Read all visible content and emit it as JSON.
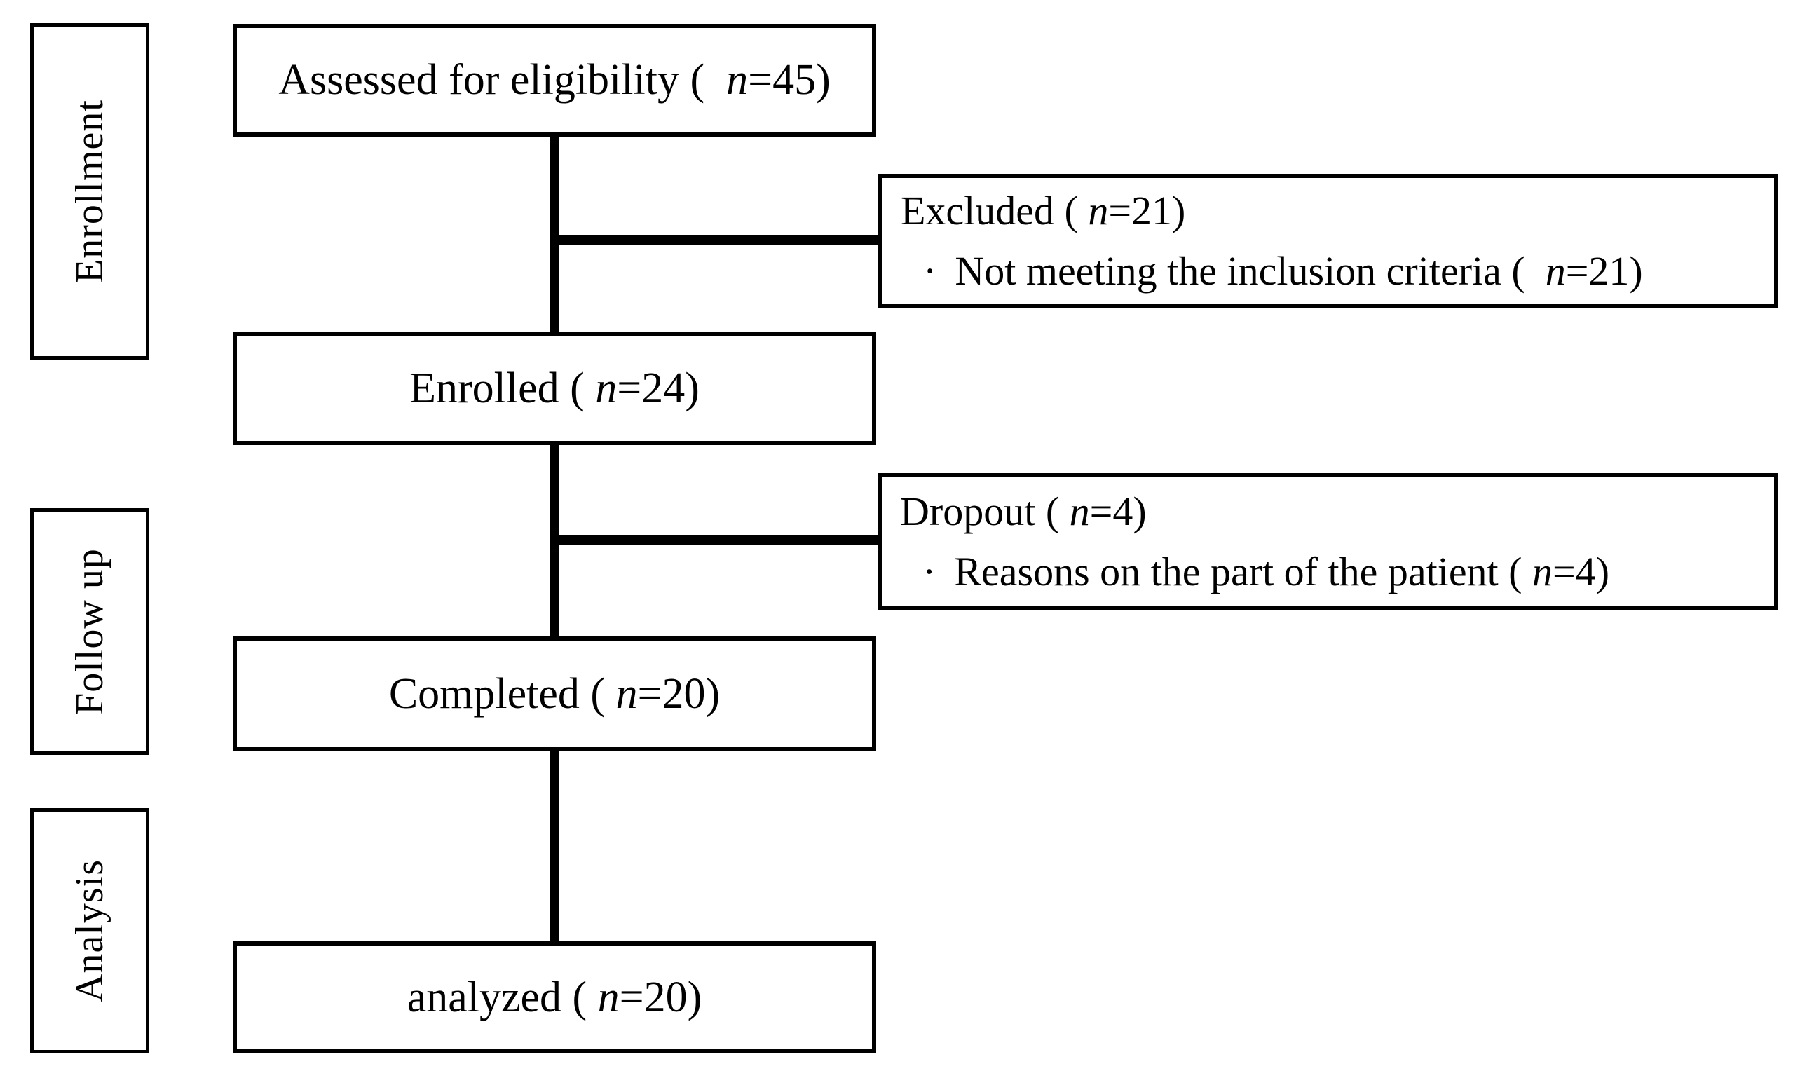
{
  "stages": [
    {
      "label": "Enrollment"
    },
    {
      "label": "Follow up"
    },
    {
      "label": "Analysis"
    }
  ],
  "flow_boxes": [
    {
      "pre": "Assessed for eligibility (  ",
      "var": "n",
      "post": "=45)"
    },
    {
      "pre": "Enrolled ( ",
      "var": "n",
      "post": "=24)"
    },
    {
      "pre": "Completed ( ",
      "var": "n",
      "post": "=20)"
    },
    {
      "pre": "analyzed ( ",
      "var": "n",
      "post": "=20)"
    }
  ],
  "side_boxes": [
    {
      "title_pre": "Excluded ( ",
      "title_var": "n",
      "title_post": "=21)",
      "bullet": "·",
      "item_pre": "Not meeting the inclusion criteria (  ",
      "item_var": "n",
      "item_post": "=21)"
    },
    {
      "title_pre": "Dropout ( ",
      "title_var": "n",
      "title_post": "=4)",
      "bullet": "·",
      "item_pre": "Reasons on the part of the patient ( ",
      "item_var": "n",
      "item_post": "=4)"
    }
  ],
  "colors": {
    "line": "#000000",
    "background": "#ffffff",
    "text": "#000000"
  }
}
